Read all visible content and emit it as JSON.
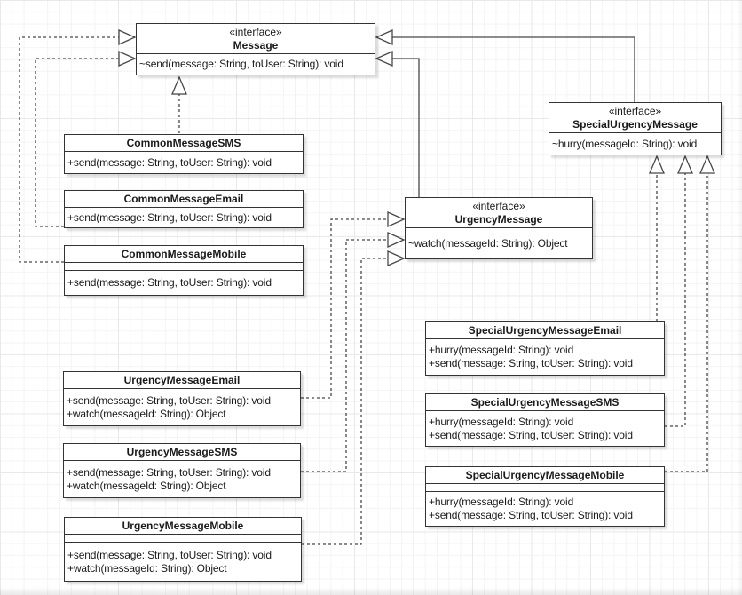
{
  "diagram": {
    "type": "uml-class-diagram",
    "nodes": [
      {
        "id": "message",
        "stereotype": "«interface»",
        "name": "Message",
        "methods": [
          "~send(message: String, toUser: String): void"
        ]
      },
      {
        "id": "common-message-sms",
        "name": "CommonMessageSMS",
        "methods": [
          "+send(message: String, toUser: String): void"
        ]
      },
      {
        "id": "common-message-email",
        "name": "CommonMessageEmail",
        "methods": [
          "+send(message: String, toUser: String): void"
        ]
      },
      {
        "id": "common-message-mobile",
        "name": "CommonMessageMobile",
        "methods": [
          "+send(message: String, toUser: String): void"
        ]
      },
      {
        "id": "urgency-message",
        "stereotype": "«interface»",
        "name": "UrgencyMessage",
        "methods": [
          "~watch(messageId: String): Object"
        ]
      },
      {
        "id": "special-urgency-message",
        "stereotype": "«interface»",
        "name": "SpecialUrgencyMessage",
        "methods": [
          "~hurry(messageId: String): void"
        ]
      },
      {
        "id": "special-urgency-message-email",
        "name": "SpecialUrgencyMessageEmail",
        "methods": [
          "+hurry(messageId: String): void",
          "+send(message: String, toUser: String): void"
        ]
      },
      {
        "id": "special-urgency-message-sms",
        "name": "SpecialUrgencyMessageSMS",
        "methods": [
          "+hurry(messageId: String): void",
          "+send(message: String, toUser: String): void"
        ]
      },
      {
        "id": "special-urgency-message-mobile",
        "name": "SpecialUrgencyMessageMobile",
        "methods": [
          "+hurry(messageId: String): void",
          "+send(message: String, toUser: String): void"
        ]
      },
      {
        "id": "urgency-message-email",
        "name": "UrgencyMessageEmail",
        "methods": [
          "+send(message: String, toUser: String): void",
          "+watch(messageId: String): Object"
        ]
      },
      {
        "id": "urgency-message-sms",
        "name": "UrgencyMessageSMS",
        "methods": [
          "+send(message: String, toUser: String): void",
          "+watch(messageId: String): Object"
        ]
      },
      {
        "id": "urgency-message-mobile",
        "name": "UrgencyMessageMobile",
        "methods": [
          "+send(message: String, toUser: String): void",
          "+watch(messageId: String): Object"
        ]
      }
    ],
    "relationships": [
      {
        "from": "CommonMessageSMS",
        "to": "Message",
        "type": "realization",
        "line": "dashed"
      },
      {
        "from": "CommonMessageEmail",
        "to": "Message",
        "type": "realization",
        "line": "dashed"
      },
      {
        "from": "CommonMessageMobile",
        "to": "Message",
        "type": "realization",
        "line": "dashed"
      },
      {
        "from": "UrgencyMessage",
        "to": "Message",
        "type": "generalization",
        "line": "solid"
      },
      {
        "from": "SpecialUrgencyMessage",
        "to": "Message",
        "type": "generalization",
        "line": "solid"
      },
      {
        "from": "UrgencyMessageEmail",
        "to": "UrgencyMessage",
        "type": "realization",
        "line": "dashed"
      },
      {
        "from": "UrgencyMessageSMS",
        "to": "UrgencyMessage",
        "type": "realization",
        "line": "dashed"
      },
      {
        "from": "UrgencyMessageMobile",
        "to": "UrgencyMessage",
        "type": "realization",
        "line": "dashed"
      },
      {
        "from": "SpecialUrgencyMessageEmail",
        "to": "SpecialUrgencyMessage",
        "type": "realization",
        "line": "dashed"
      },
      {
        "from": "SpecialUrgencyMessageSMS",
        "to": "SpecialUrgencyMessage",
        "type": "realization",
        "line": "dashed"
      },
      {
        "from": "SpecialUrgencyMessageMobile",
        "to": "SpecialUrgencyMessage",
        "type": "realization",
        "line": "dashed"
      }
    ],
    "colors": {
      "node_fill": "#ffffff",
      "node_stroke": "#333333",
      "edge_stroke": "#474747",
      "grid_minor": "#f4f4f4",
      "grid_major": "#e9e9e9",
      "background": "#ffffff"
    }
  }
}
